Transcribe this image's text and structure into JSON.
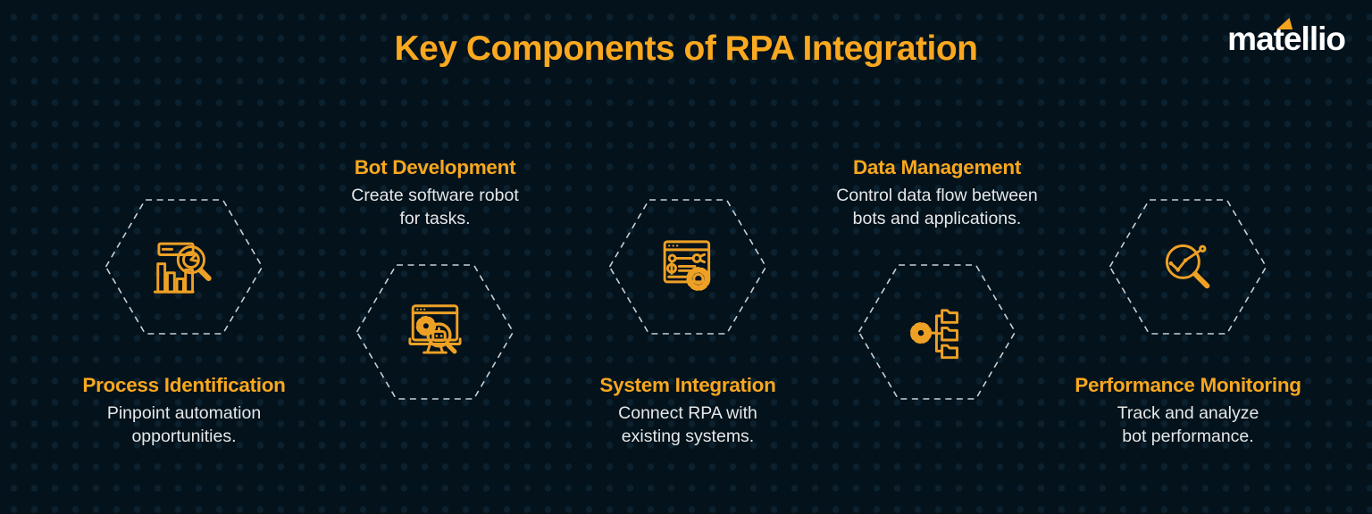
{
  "page": {
    "title": "Key Components of RPA Integration"
  },
  "logo": {
    "text": "matellio"
  },
  "colors": {
    "background": "#04121b",
    "accent_orange": "#f8a71f",
    "icon_orange": "#eea125",
    "hexagon_border": "#c6d0d7",
    "body_text": "#e4e8e9",
    "logo_white": "#ffffff"
  },
  "cards": [
    {
      "title": "Process Identification",
      "description": "Pinpoint automation\nopportunities.",
      "icon": "bar-chart-magnifier-icon",
      "layout": "icon-top"
    },
    {
      "title": "Bot Development",
      "description": "Create software robot\nfor tasks.",
      "icon": "robot-window-magnifier-icon",
      "layout": "text-top"
    },
    {
      "title": "System Integration",
      "description": "Connect RPA with\nexisting systems.",
      "icon": "window-gear-settings-icon",
      "layout": "icon-top"
    },
    {
      "title": "Data Management",
      "description": "Control data flow between\nbots and applications.",
      "icon": "gear-folder-tree-icon",
      "layout": "text-top"
    },
    {
      "title": "Performance Monitoring",
      "description": "Track and analyze\nbot performance.",
      "icon": "line-chart-magnifier-icon",
      "layout": "icon-top"
    }
  ]
}
